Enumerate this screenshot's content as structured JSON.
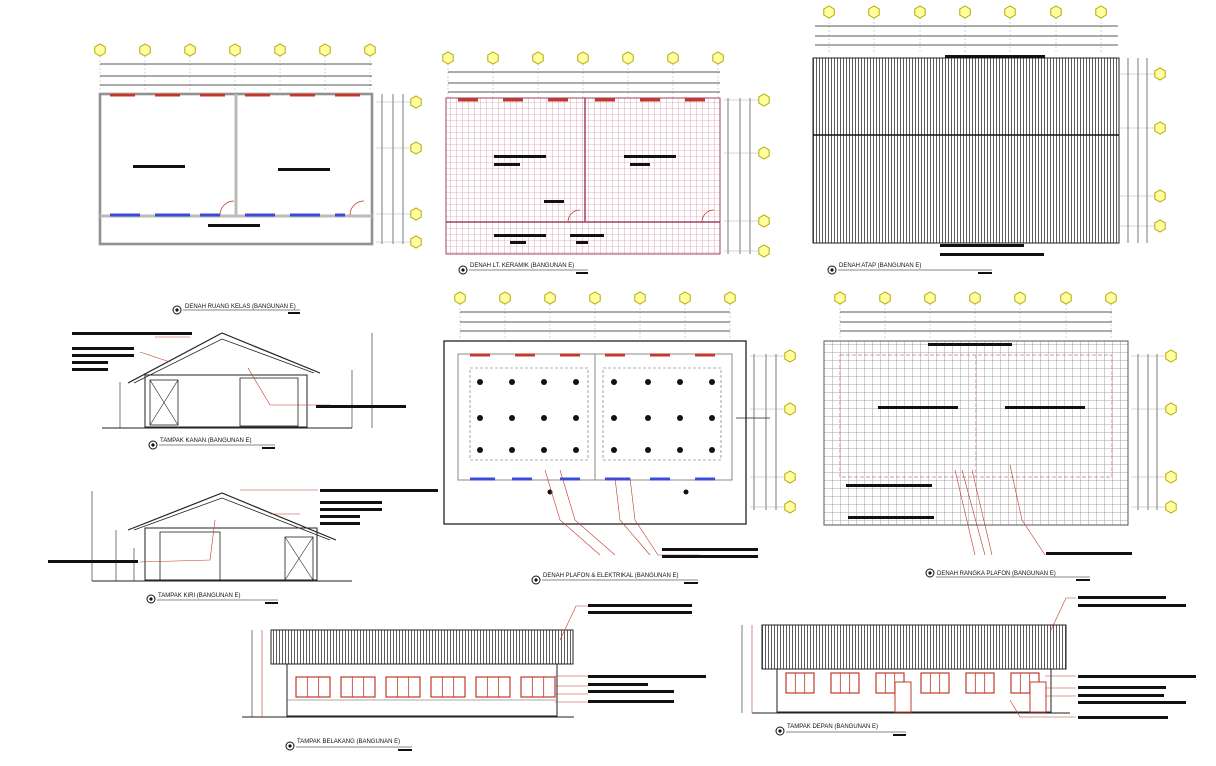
{
  "drawing": {
    "titles": {
      "ruang_kelas": "DENAH RUANG KELAS (BANGUNAN E)",
      "keramik": "DENAH LT. KERAMIK (BANGUNAN E)",
      "atap": "DENAH ATAP (BANGUNAN E)",
      "tampak_kanan": "TAMPAK KANAN (BANGUNAN E)",
      "tampak_kiri": "TAMPAK KIRI (BANGUNAN E)",
      "plafon": "DENAH PLAFON & ELEKTRIKAL (BANGUNAN E)",
      "rangka_plafon": "DENAH RANGKA PLAFON (BANGUNAN E)",
      "belakang": "TAMPAK BELAKANG (BANGUNAN E)",
      "depan": "TAMPAK DEPAN (BANGUNAN E)"
    },
    "colors": {
      "line": "#222222",
      "red": "#c0392b",
      "orange": "#e67e22",
      "blue": "#3b4bd8",
      "grid_pink": "#c2728a",
      "grid_gray": "#8a8a8a",
      "marker_fill": "#ffffa0",
      "marker_stroke": "#b5a800"
    }
  }
}
